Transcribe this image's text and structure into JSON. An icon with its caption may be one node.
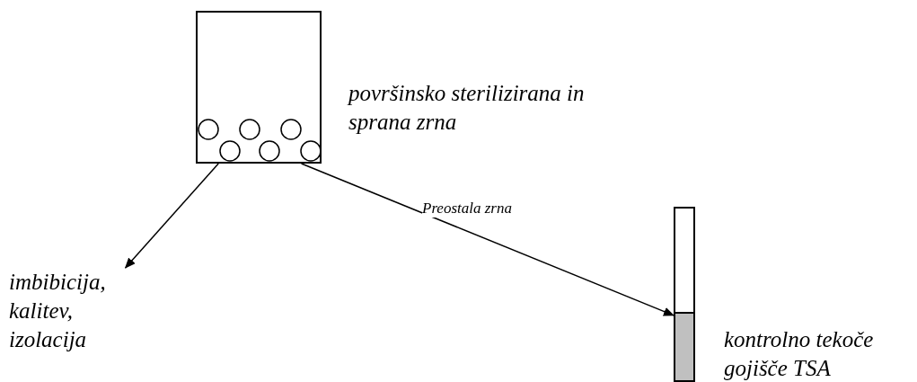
{
  "diagram": {
    "nodes": [
      {
        "text": [],
        "shape": "picture",
        "beside": [
          "površinsko sterilizirana in sprana zrna"
        ]
      },
      {
        "text": [
          "imbibicija, kalitev, izolacija"
        ]
      },
      {
        "text": [],
        "shape": "picture",
        "beside": [
          "kontrolno tekoče gojišče TSA"
        ]
      }
    ],
    "edges": [
      {
        "from": 0,
        "to": 1,
        "arrow": "to"
      },
      {
        "from": 0,
        "to": 2,
        "arrow": "to",
        "label": "Preostala zrna"
      }
    ]
  }
}
